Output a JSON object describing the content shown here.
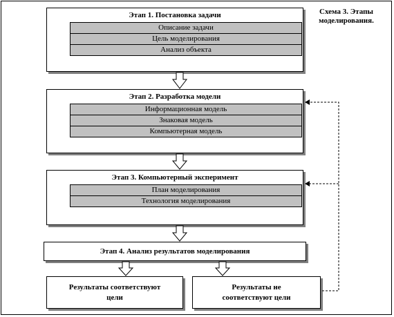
{
  "caption": [
    "Схема 3. Этапы",
    "моделирования."
  ],
  "stages": [
    {
      "title": "Этап 1. Постановка задачи",
      "items": [
        "Описание задачи",
        "Цель  моделирования",
        "Анализ объекта"
      ]
    },
    {
      "title": "Этап 2. Разработка модели",
      "items": [
        "Информационная модель",
        "Знаковая модель",
        "Компьютерная модель"
      ]
    },
    {
      "title": "Этап 3. Компьютерный  эксперимент",
      "items": [
        "План моделирования",
        "Технология  моделирования"
      ]
    }
  ],
  "stage4": {
    "title": "Этап 4.  Анализ результатов  моделирования"
  },
  "results": [
    {
      "lines": [
        "Результаты  соответствуют",
        "цели"
      ]
    },
    {
      "lines": [
        "Результаты  не",
        "соответствуют цели"
      ]
    }
  ]
}
